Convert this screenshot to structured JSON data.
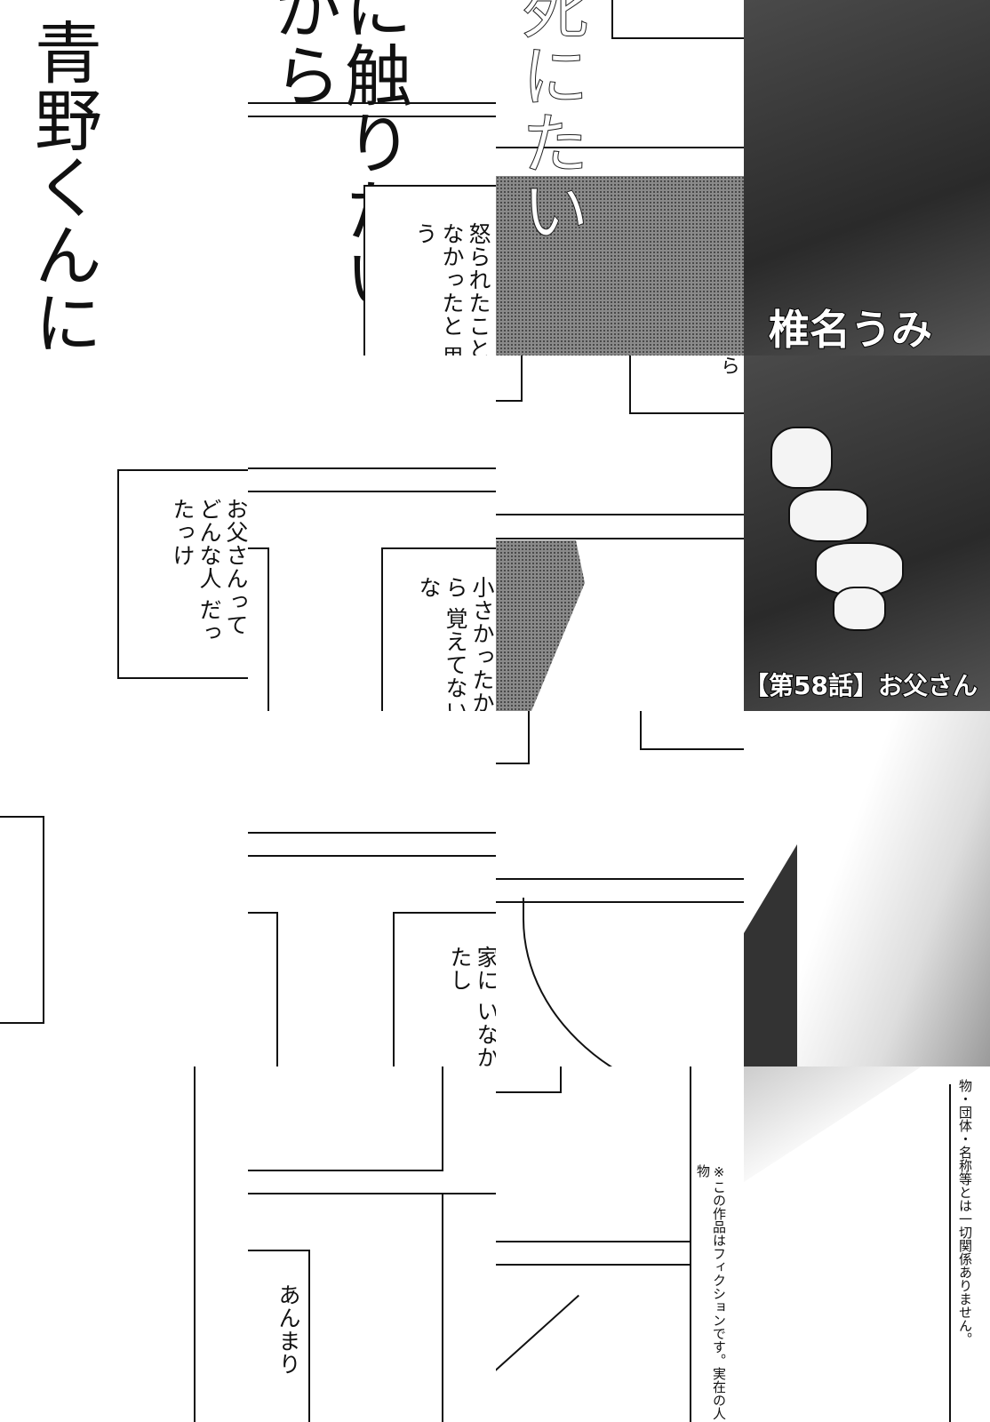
{
  "title_fragments": {
    "t1": "青野くんに",
    "t2": "に触りたいから",
    "t3": "死にたい"
  },
  "author": "椎名うみ",
  "chapter": "【第58話】お父さん",
  "balloons": {
    "b1": "怒られたこと なかったと 思う",
    "b2": "お父さんって どんな人 だったっけ",
    "b3": "小さかったから 覚えてないな",
    "b4": "家に いなかったし",
    "b5": "あんまり",
    "b6": "ら"
  },
  "notice": {
    "part1": "※この作品はフィクションです。実在の人物",
    "part2": "物・団体・名称等とは一切関係ありません。"
  }
}
